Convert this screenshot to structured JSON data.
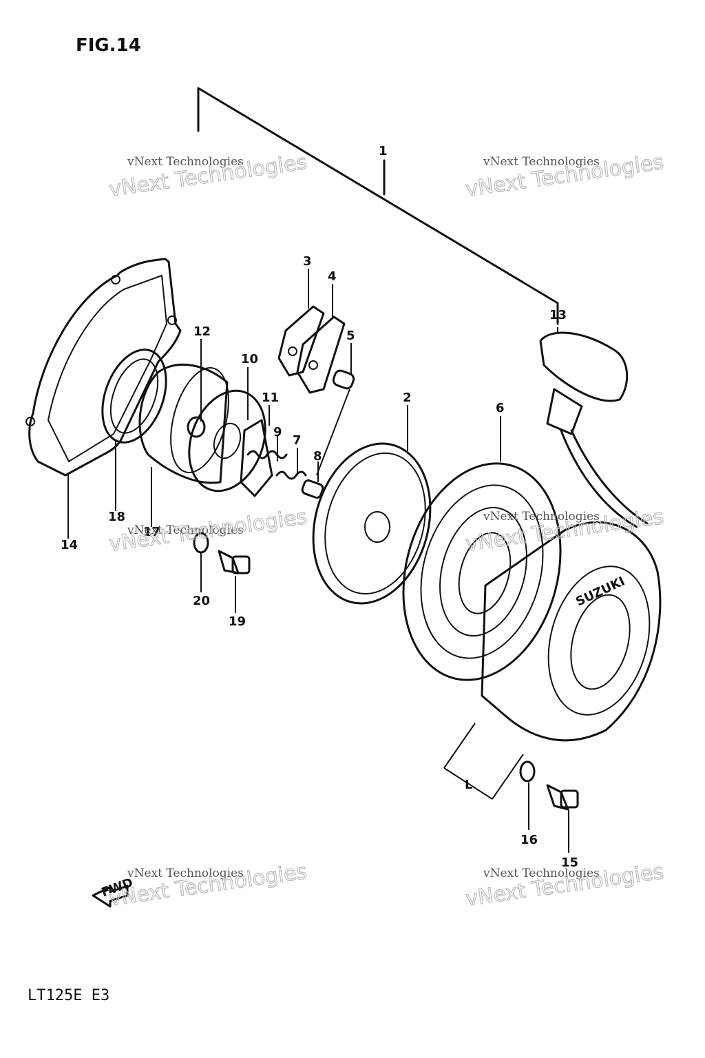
{
  "figure": {
    "title": "FIG.14",
    "model_code": "LT125E E3"
  },
  "callouts": [
    "1",
    "2",
    "3",
    "4",
    "5",
    "6",
    "7",
    "8",
    "9",
    "10",
    "11",
    "12",
    "13",
    "14",
    "15",
    "16",
    "17",
    "18",
    "19",
    "20"
  ],
  "dimension_label": "L",
  "brand_text": "SUZUKI",
  "arrow_text": "FWD",
  "watermark": {
    "line1": "vNext Technologies",
    "line2": "vNext Technologies"
  }
}
